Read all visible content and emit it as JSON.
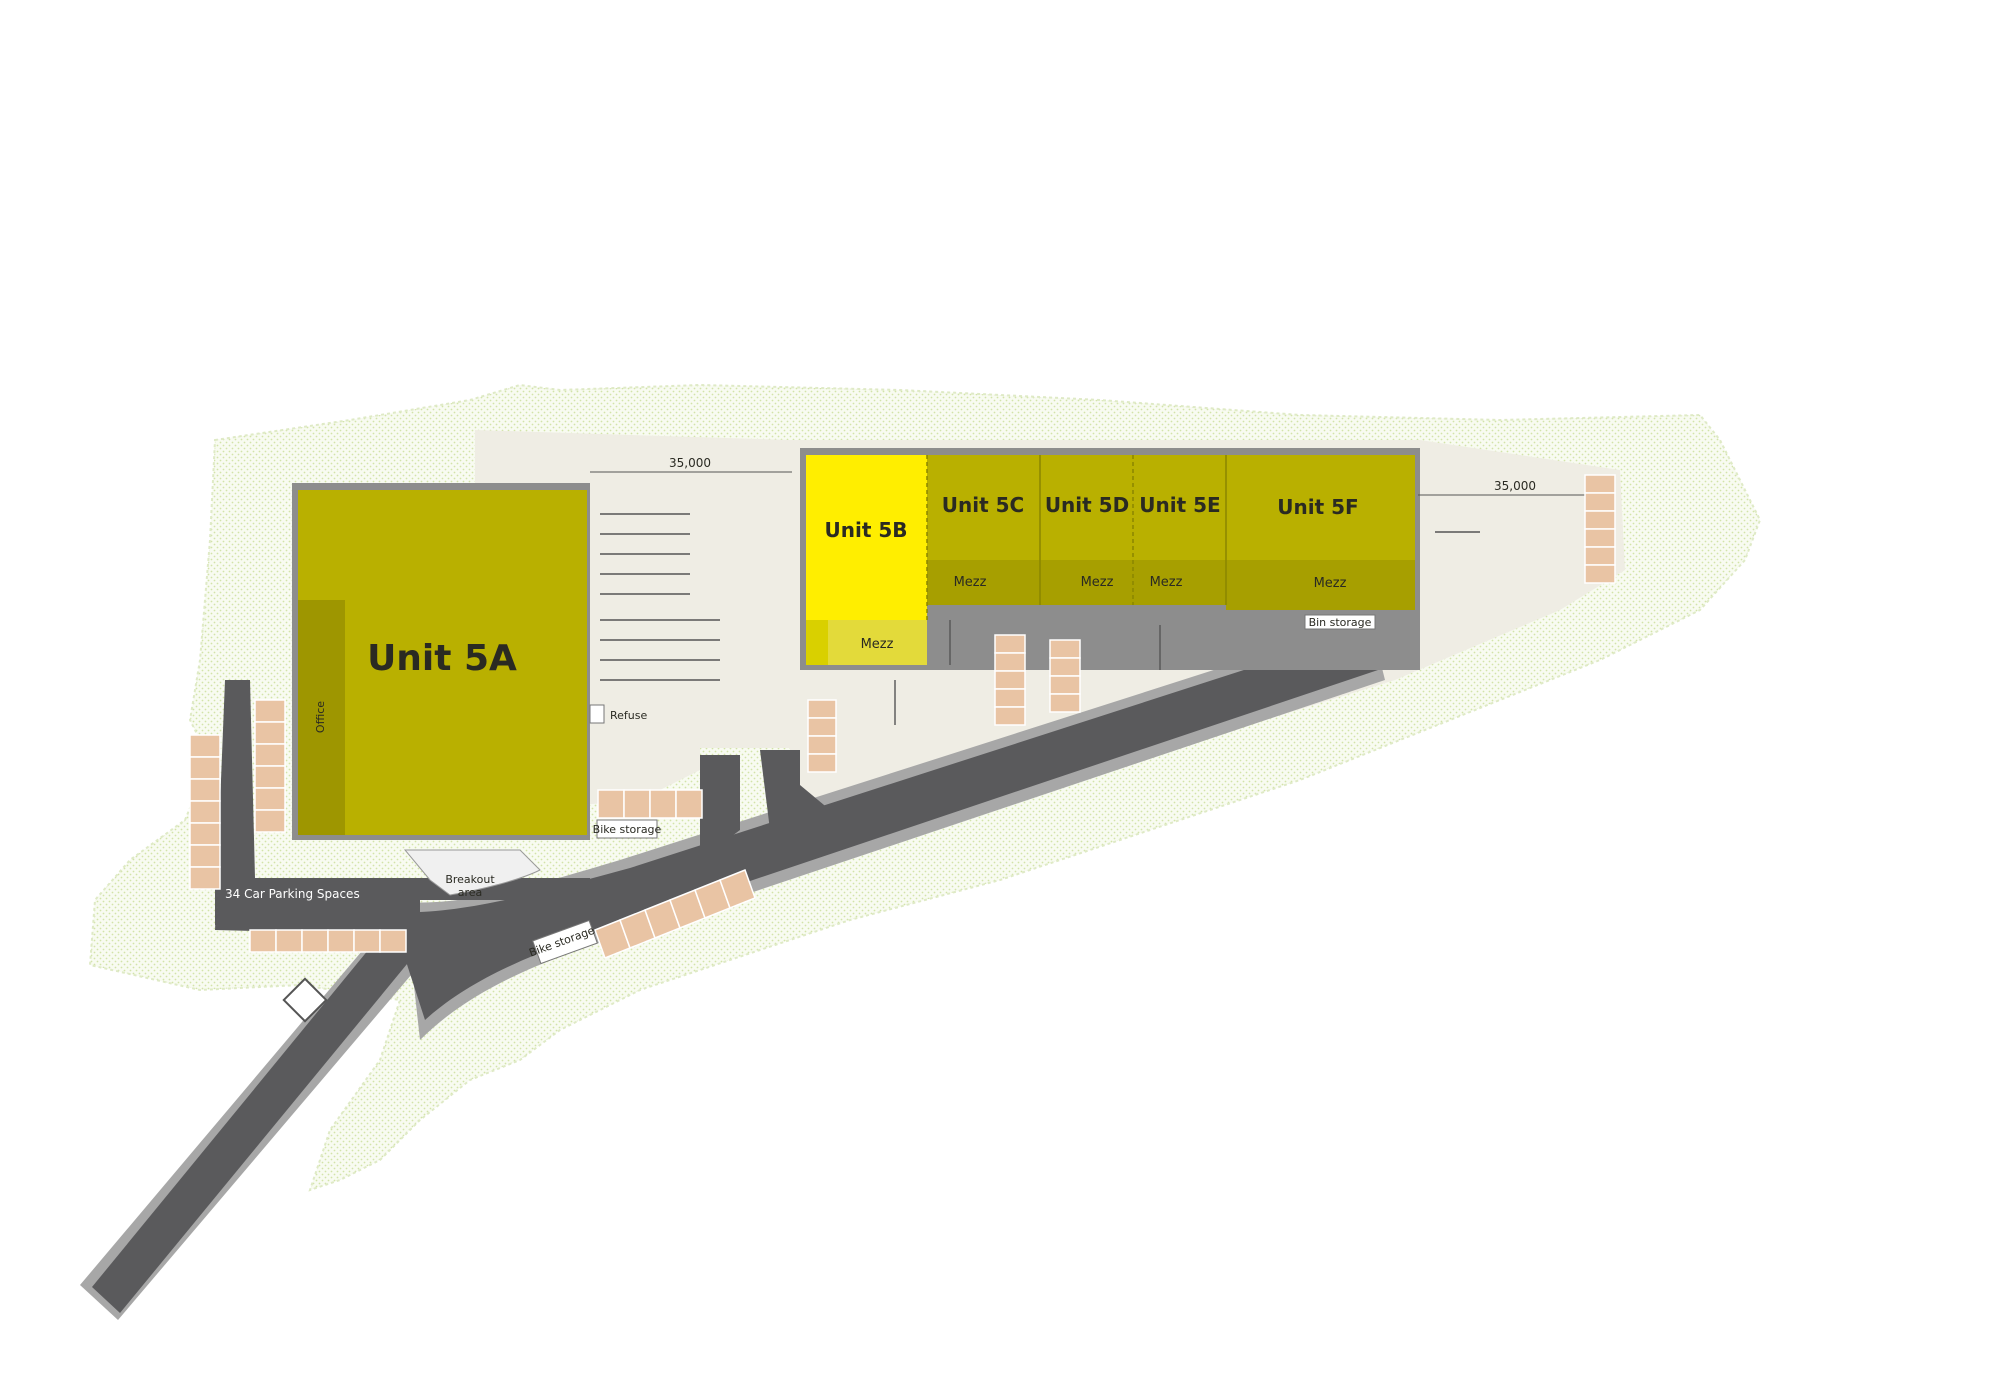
{
  "units": {
    "unit_5a": {
      "title": "Unit 5A",
      "office": "Office"
    },
    "unit_5b": {
      "title": "Unit 5B",
      "mezz": "Mezz"
    },
    "unit_5c": {
      "title": "Unit 5C",
      "mezz": "Mezz"
    },
    "unit_5d": {
      "title": "Unit 5D",
      "mezz": "Mezz"
    },
    "unit_5e": {
      "title": "Unit 5E",
      "mezz": "Mezz"
    },
    "unit_5f": {
      "title": "Unit 5F",
      "mezz": "Mezz"
    }
  },
  "dimensions": {
    "yard_left": "35,000",
    "yard_right": "35,000"
  },
  "labels": {
    "refuse": "Refuse",
    "bike_storage_upper": "Bike storage",
    "bike_storage_lower": "Bike storage",
    "breakout_line1": "Breakout",
    "breakout_line2": "area",
    "bin_storage": "Bin storage",
    "car_parking": "34 Car Parking Spaces"
  },
  "colors": {
    "highlighted_unit": "#ffee00",
    "unit": "#b9b000",
    "unit_dark": "#9e9600",
    "road": "#5a5a5c",
    "road_edge": "#a7a7a7",
    "yard": "#efede4",
    "parking": "#e9c4a4",
    "landscape": "#e8f1d2"
  }
}
